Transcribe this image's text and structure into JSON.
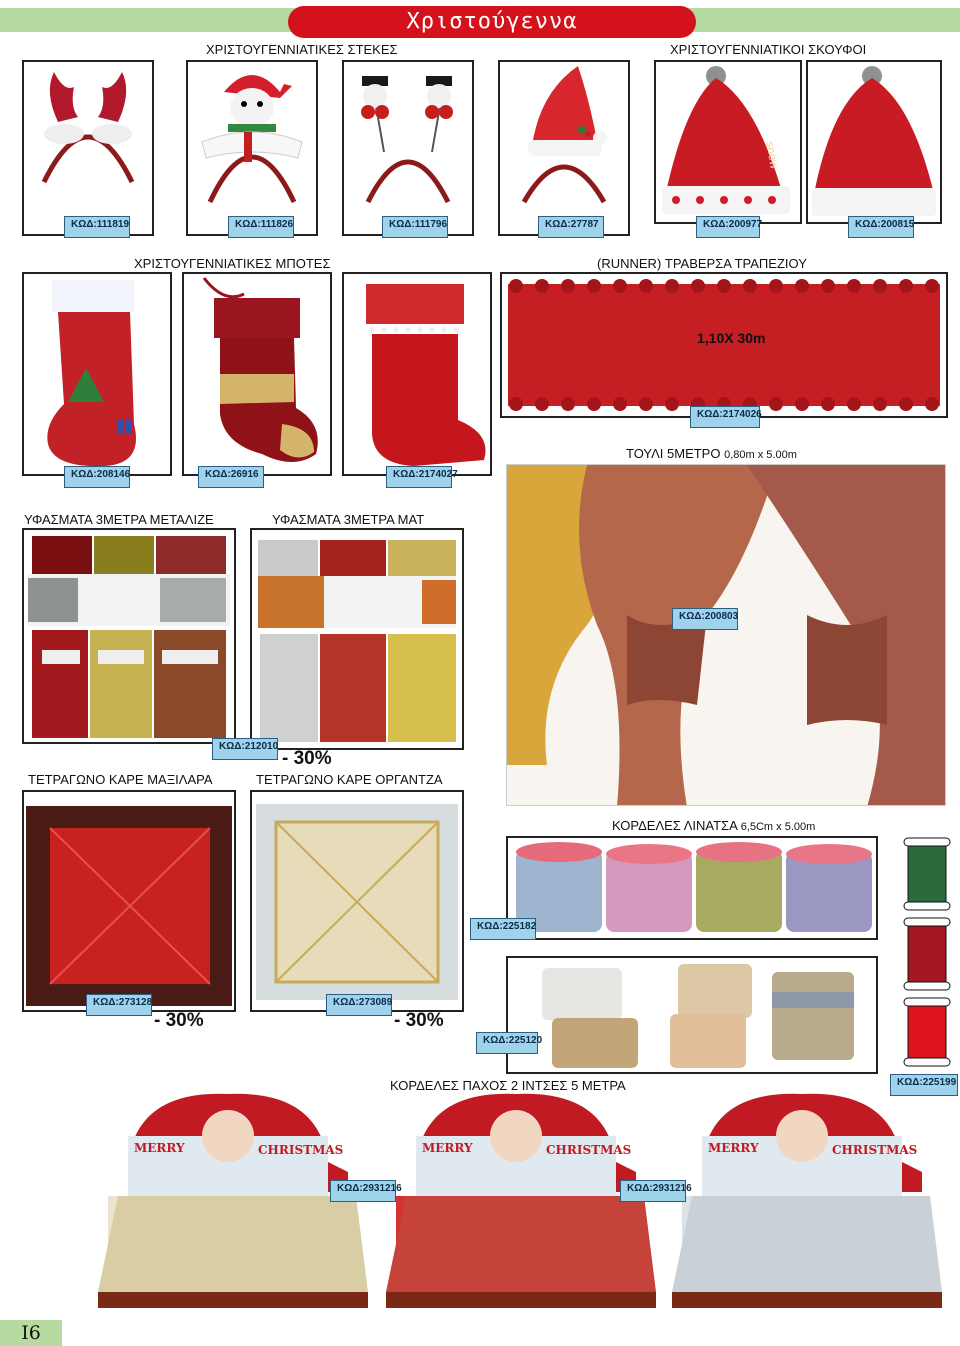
{
  "page_title": "Χριστούγεννα",
  "page_number": "I6",
  "sections": {
    "headbands": "ΧΡΙΣΤΟΥΓΕΝΝΙΑΤΙΚΕΣ ΣΤΕΚΕΣ",
    "hats": "ΧΡΙΣΤΟΥΓΕΝΝΙΑΤΙΚΟΙ ΣΚΟΥΦΟΙ",
    "boots": "ΧΡΙΣΤΟΥΓΕΝΝΙΑΤΙΚΕΣ ΜΠΟΤΕΣ",
    "runner": "(RUNNER) ΤΡΑΒΕΡΣΑ ΤΡΑΠΕΖΙΟΥ",
    "tulle": "ΤΟΥΛΙ 5ΜΕΤΡΟ",
    "tulle_size": "0,80m x 5.00m",
    "fabric_metallic": "ΥΦΑΣΜΑΤΑ 3ΜΕΤΡΑ ΜΕΤΑΛΙΖΕ",
    "fabric_matte": "ΥΦΑΣΜΑΤΑ 3ΜΕΤΡΑ ΜΑΤ",
    "cushion": "ΤΕΤΡΑΓΩΝΟ ΚΑΡΕ ΜΑΞΙΛΑΡΑ",
    "organza": "ΤΕΤΡΑΓΩΝΟ ΚΑΡΕ ΟΡΓΑΝΤΖΑ",
    "burlap": "ΚΟΡΔΕΛΕΣ ΛΙΝΑΤΣΑ",
    "burlap_size": "6,5Cm x 5.00m",
    "ribbons": "ΚΟΡΔΕΛΕΣ ΠΑΧΟΣ 2 ΙΝΤΣΕΣ 5 ΜΕΤΡΑ"
  },
  "runner_size": "1,10X 30m",
  "hat_text": "snow",
  "codes": {
    "c111819": "ΚΩΔ:111819",
    "c111826": "ΚΩΔ:111826",
    "c111796": "ΚΩΔ:111796",
    "c27787": "ΚΩΔ:27787",
    "c200977": "ΚΩΔ:200977",
    "c200815": "ΚΩΔ:200815",
    "c208146": "ΚΩΔ:208146",
    "c26916": "ΚΩΔ:26916",
    "c2174027": "ΚΩΔ:2174027",
    "c2174026": "ΚΩΔ:2174026",
    "c200803": "ΚΩΔ:200803",
    "c212010": "ΚΩΔ:212010",
    "c273128": "ΚΩΔ:273128",
    "c273089": "ΚΩΔ:273089",
    "c225182": "ΚΩΔ:225182",
    "c225120": "ΚΩΔ:225120",
    "c225199": "ΚΩΔ:225199",
    "c2931216a": "ΚΩΔ:2931216",
    "c2931216b": "ΚΩΔ:2931216"
  },
  "discounts": {
    "fabric": "- 30%",
    "cushion": "- 30%",
    "organza": "- 30%"
  },
  "display_box_text": {
    "merry": "MERRY",
    "christmas": "CHRISTMAS"
  },
  "colors": {
    "accent_red": "#d3121c",
    "band_green": "#b5dba0",
    "code_blue": "#9fd3ec"
  }
}
